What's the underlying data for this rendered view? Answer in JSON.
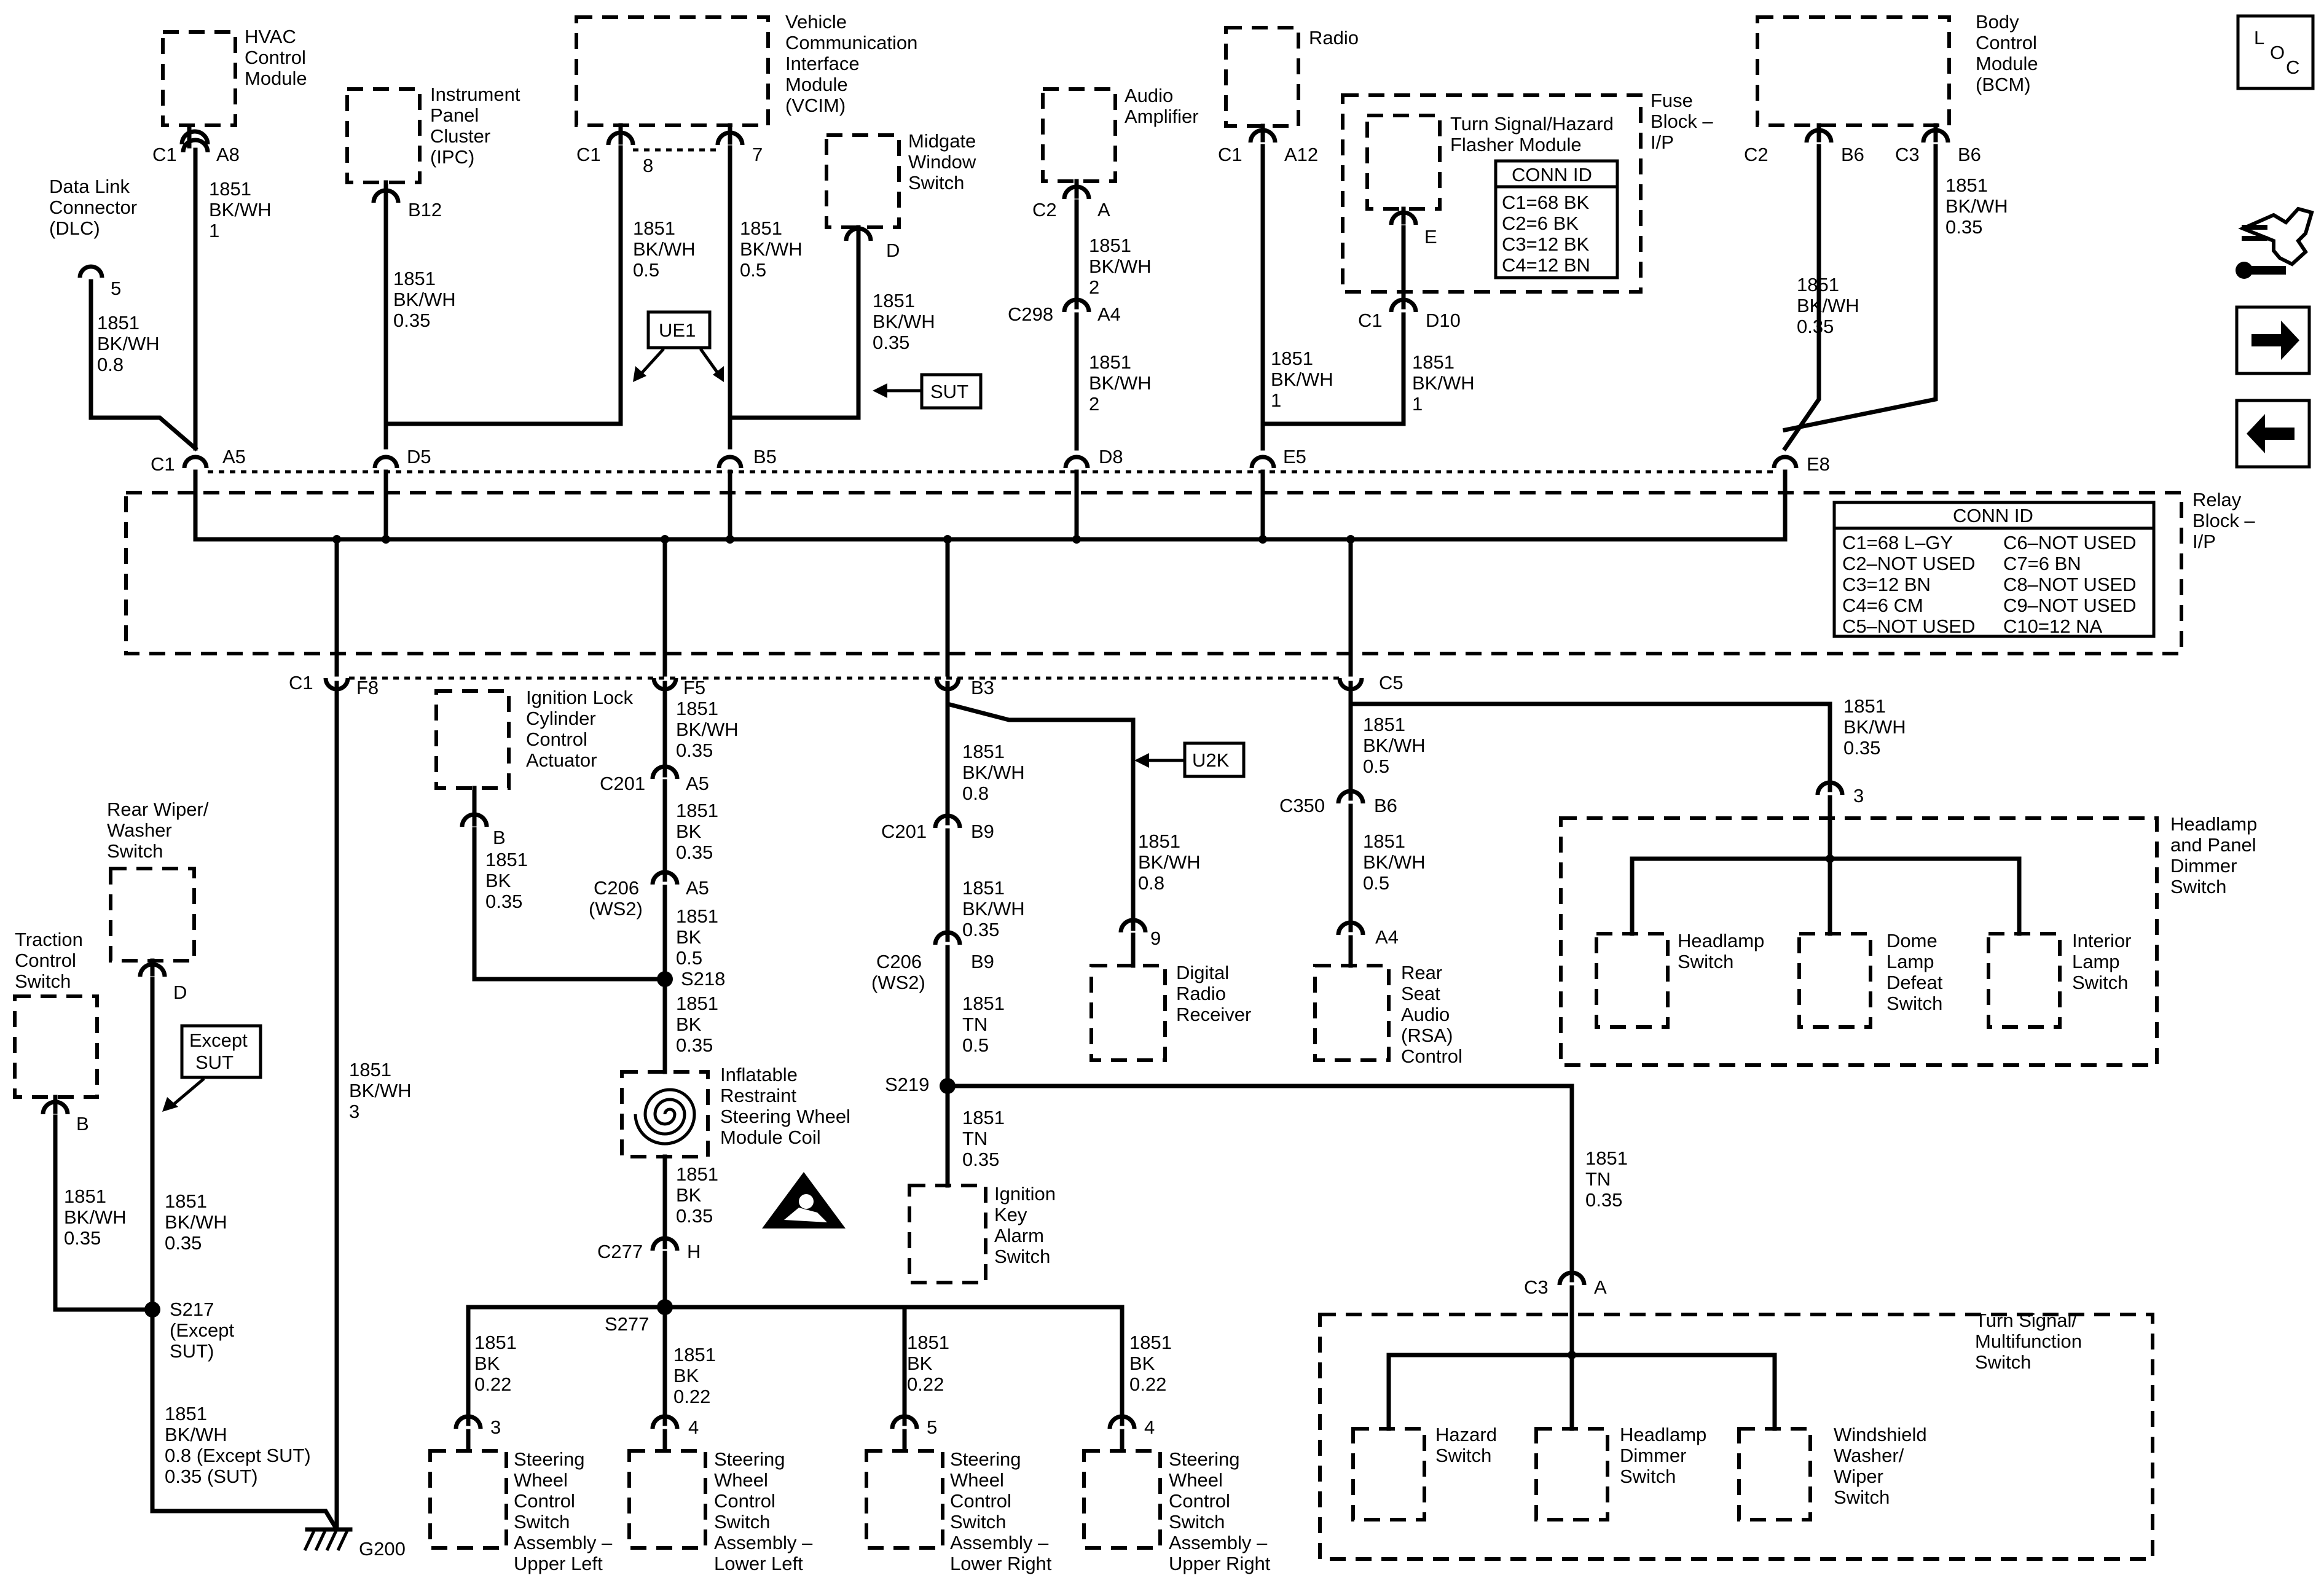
{
  "loc_badge": {
    "l": "L",
    "o": "O",
    "c": "C"
  },
  "icon_names": [
    "loc-icon",
    "tool-icon",
    "arrow-right-icon",
    "arrow-left-icon",
    "airbag-warning-icon",
    "ground-icon",
    "clock-spring-icon"
  ],
  "components": {
    "hvac": [
      "HVAC",
      "Control",
      "Module"
    ],
    "ipc": [
      "Instrument",
      "Panel",
      "Cluster",
      "(IPC)"
    ],
    "vcim": [
      "Vehicle",
      "Communication",
      "Interface",
      "Module",
      "(VCIM)"
    ],
    "midgate": [
      "Midgate",
      "Window",
      "Switch"
    ],
    "audio_amp": [
      "Audio",
      "Amplifier"
    ],
    "radio": [
      "Radio"
    ],
    "flasher": [
      "Turn Signal/Hazard",
      "Flasher Module"
    ],
    "fuse_block": [
      "Fuse",
      "Block –",
      "I/P"
    ],
    "bcm": [
      "Body",
      "Control",
      "Module",
      "(BCM)"
    ],
    "dlc": [
      "Data Link",
      "Connector",
      "(DLC)"
    ],
    "relay_block": [
      "Relay",
      "Block –",
      "I/P"
    ],
    "ignition_lock": [
      "Ignition Lock",
      "Cylinder",
      "Control",
      "Actuator"
    ],
    "rear_wiper": [
      "Rear Wiper/",
      "Washer",
      "Switch"
    ],
    "traction": [
      "Traction",
      "Control",
      "Switch"
    ],
    "digital_radio": [
      "Digital",
      "Radio",
      "Receiver"
    ],
    "rsa": [
      "Rear",
      "Seat",
      "Audio",
      "(RSA)",
      "Control"
    ],
    "headlamp_panel": [
      "Headlamp",
      "and Panel",
      "Dimmer",
      "Switch"
    ],
    "headlamp_sw": [
      "Headlamp",
      "Switch"
    ],
    "dome_lamp": [
      "Dome",
      "Lamp",
      "Defeat",
      "Switch"
    ],
    "interior_lamp": [
      "Interior",
      "Lamp",
      "Switch"
    ],
    "coil": [
      "Inflatable",
      "Restraint",
      "Steering Wheel",
      "Module Coil"
    ],
    "ignition_key": [
      "Ignition",
      "Key",
      "Alarm",
      "Switch"
    ],
    "turn_multi": [
      "Turn Signal/",
      "Multifunction",
      "Switch"
    ],
    "hazard_sw": [
      "Hazard",
      "Switch"
    ],
    "headlamp_dimmer": [
      "Headlamp",
      "Dimmer",
      "Switch"
    ],
    "wiper_sw": [
      "Windshield",
      "Washer/",
      "Wiper",
      "Switch"
    ],
    "swc_ul": [
      "Steering",
      "Wheel",
      "Control",
      "Switch",
      "Assembly –",
      "Upper Left"
    ],
    "swc_ll": [
      "Steering",
      "Wheel",
      "Control",
      "Switch",
      "Assembly –",
      "Lower Left"
    ],
    "swc_lr": [
      "Steering",
      "Wheel",
      "Control",
      "Switch",
      "Assembly –",
      "Lower Right"
    ],
    "swc_ur": [
      "Steering",
      "Wheel",
      "Control",
      "Switch",
      "Assembly –",
      "Upper Right"
    ]
  },
  "conn_table_fuse": {
    "header": "CONN ID",
    "rows": [
      "C1=68 BK",
      "C2=6 BK",
      "C3=12 BK",
      "C4=12 BN"
    ]
  },
  "conn_table_relay": {
    "header": "CONN ID",
    "left": [
      "C1=68 L–GY",
      "C2–NOT USED",
      "C3=12 BN",
      "C4=6 CM",
      "C5–NOT USED"
    ],
    "right": [
      "C6–NOT USED",
      "C7=6 BN",
      "C8–NOT USED",
      "C9–NOT USED",
      "C10=12 NA"
    ]
  },
  "option_tags": {
    "ue1": "UE1",
    "sut": "SUT",
    "u2k": "U2K",
    "except_sut": [
      "Except",
      "SUT"
    ]
  },
  "pins": {
    "hvac_c": "C1",
    "hvac_p": "A8",
    "ipc_p": "B12",
    "vcim_c": "C1",
    "vcim_p8": "8",
    "vcim_p7": "7",
    "mid_p": "D",
    "amp_c": "C2",
    "amp_p": "A",
    "c298": "C298",
    "c298_p": "A4",
    "radio_c": "C1",
    "radio_p": "A12",
    "flasher_p": "E",
    "fuse_c": "C1",
    "fuse_p": "D10",
    "bcm_c2": "C2",
    "bcm_b6a": "B6",
    "bcm_c3": "C3",
    "bcm_b6b": "B6",
    "dlc_p": "5",
    "rb_c1": "C1",
    "rb_a5": "A5",
    "rb_d5": "D5",
    "rb_b5": "B5",
    "rb_d8": "D8",
    "rb_e5": "E5",
    "rb_e8": "E8",
    "rb_c1b": "C1",
    "rb_f8": "F8",
    "rb_f5": "F5",
    "rb_b3": "B3",
    "rb_c5": "C5",
    "ign_p": "B",
    "c201a": "C201",
    "c201a_p": "A5",
    "c206a": "C206",
    "c206a_sub": "(WS2)",
    "c206a_p": "A5",
    "s218": "S218",
    "c201b": "C201",
    "c201b_p": "B9",
    "c206b": "C206",
    "c206b_sub": "(WS2)",
    "c206b_p": "B9",
    "s219": "S219",
    "dr_p": "9",
    "c350": "C350",
    "c350_p": "B6",
    "rsa_p": "A4",
    "hp_p": "3",
    "rw_p": "D",
    "tc_p": "B",
    "s217": "S217",
    "s217_sub": [
      "(Except",
      "SUT)"
    ],
    "c277": "C277",
    "c277_p": "H",
    "s277": "S277",
    "swc_ul_p": "3",
    "swc_ll_p": "4",
    "swc_lr_p": "5",
    "swc_ur_p": "4",
    "ts_c": "C3",
    "ts_p": "A",
    "g200": "G200"
  },
  "wires": {
    "hvac": [
      "1851",
      "BK/WH",
      "1"
    ],
    "ipc": [
      "1851",
      "BK/WH",
      "0.35"
    ],
    "vcim8": [
      "1851",
      "BK/WH",
      "0.5"
    ],
    "vcim7": [
      "1851",
      "BK/WH",
      "0.5"
    ],
    "midgate": [
      "1851",
      "BK/WH",
      "0.35"
    ],
    "amp1": [
      "1851",
      "BK/WH",
      "2"
    ],
    "amp2": [
      "1851",
      "BK/WH",
      "2"
    ],
    "radio": [
      "1851",
      "BK/WH",
      "1"
    ],
    "fuse": [
      "1851",
      "BK/WH",
      "1"
    ],
    "bcm_c2": [
      "1851",
      "BK/WH",
      "0.35"
    ],
    "bcm_c3": [
      "1851",
      "BK/WH",
      "0.35"
    ],
    "dlc": [
      "1851",
      "BK/WH",
      "0.8"
    ],
    "f5": [
      "1851",
      "BK/WH",
      "0.35"
    ],
    "c201a": [
      "1851",
      "BK",
      "0.35"
    ],
    "c206a": [
      "1851",
      "BK",
      "0.5"
    ],
    "ign": [
      "1851",
      "BK",
      "0.35"
    ],
    "s218": [
      "1851",
      "BK",
      "0.35"
    ],
    "coil": [
      "1851",
      "BK",
      "0.35"
    ],
    "b3": [
      "1851",
      "BK/WH",
      "0.8"
    ],
    "c201b": [
      "1851",
      "BK/WH",
      "0.35"
    ],
    "c206b": [
      "1851",
      "TN",
      "0.5"
    ],
    "s219": [
      "1851",
      "TN",
      "0.35"
    ],
    "s219r": [
      "1851",
      "TN",
      "0.35"
    ],
    "dr": [
      "1851",
      "BK/WH",
      "0.8"
    ],
    "c5": [
      "1851",
      "BK/WH",
      "0.5"
    ],
    "c350": [
      "1851",
      "BK/WH",
      "0.5"
    ],
    "hp": [
      "1851",
      "BK/WH",
      "0.35"
    ],
    "f8": [
      "1851",
      "BK/WH",
      "3"
    ],
    "tc": [
      "1851",
      "BK/WH",
      "0.35"
    ],
    "rw": [
      "1851",
      "BK/WH",
      "0.35"
    ],
    "s217": [
      "1851",
      "BK/WH",
      "0.8 (Except SUT)",
      "0.35 (SUT)"
    ],
    "swc_ul": [
      "1851",
      "BK",
      "0.22"
    ],
    "swc_ll": [
      "1851",
      "BK",
      "0.22"
    ],
    "swc_lr": [
      "1851",
      "BK",
      "0.22"
    ],
    "swc_ur": [
      "1851",
      "BK",
      "0.22"
    ]
  }
}
